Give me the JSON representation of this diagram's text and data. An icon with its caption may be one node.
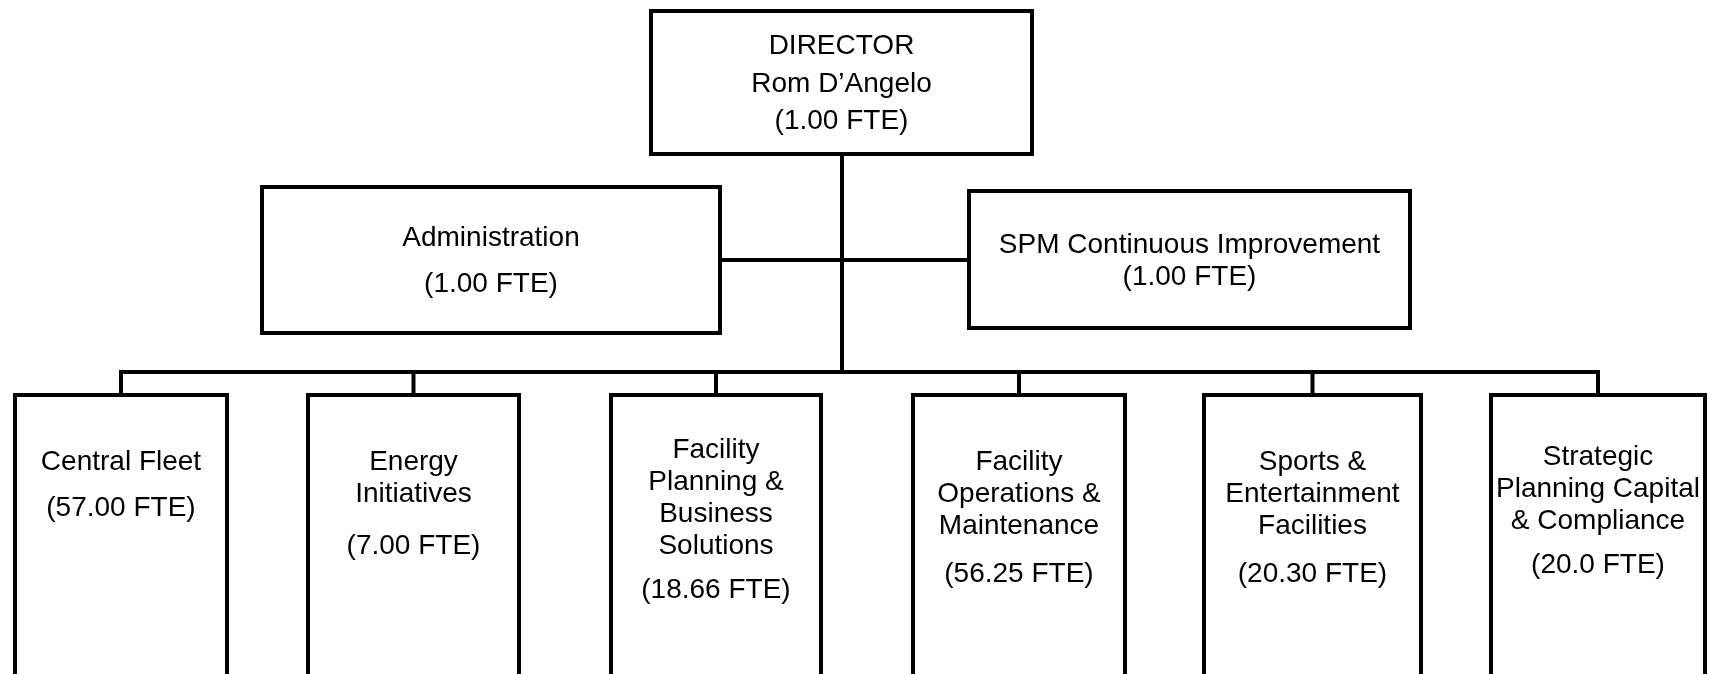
{
  "diagram": {
    "nodes": [
      {
        "text": [
          "DIRECTOR",
          "Rom D’Angelo",
          "(1.00 FTE)"
        ]
      },
      {
        "text": [
          "Administration",
          "(1.00 FTE)"
        ]
      },
      {
        "text": [
          "SPM Continuous Improvement",
          "(1.00 FTE)"
        ]
      },
      {
        "text": [
          "Central Fleet",
          "(57.00 FTE)"
        ]
      },
      {
        "text": [
          "Energy Initiatives",
          "(7.00 FTE)"
        ]
      },
      {
        "text": [
          "Facility Planning & Business Solutions",
          "(18.66 FTE)"
        ]
      },
      {
        "text": [
          "Facility Operations & Maintenance",
          "(56.25 FTE)"
        ]
      },
      {
        "text": [
          "Sports & Entertainment Facilities",
          "(20.30 FTE)"
        ]
      },
      {
        "text": [
          "Strategic Planning Capital & Compliance",
          "(20.0 FTE)"
        ]
      }
    ],
    "edges": [
      {
        "from": 0,
        "to": 1,
        "arrow": "none"
      },
      {
        "from": 0,
        "to": 2,
        "arrow": "none"
      },
      {
        "from": 0,
        "to": 3,
        "arrow": "none"
      },
      {
        "from": 0,
        "to": 4,
        "arrow": "none"
      },
      {
        "from": 0,
        "to": 5,
        "arrow": "none"
      },
      {
        "from": 0,
        "to": 6,
        "arrow": "none"
      },
      {
        "from": 0,
        "to": 7,
        "arrow": "none"
      },
      {
        "from": 0,
        "to": 8,
        "arrow": "none"
      }
    ]
  }
}
